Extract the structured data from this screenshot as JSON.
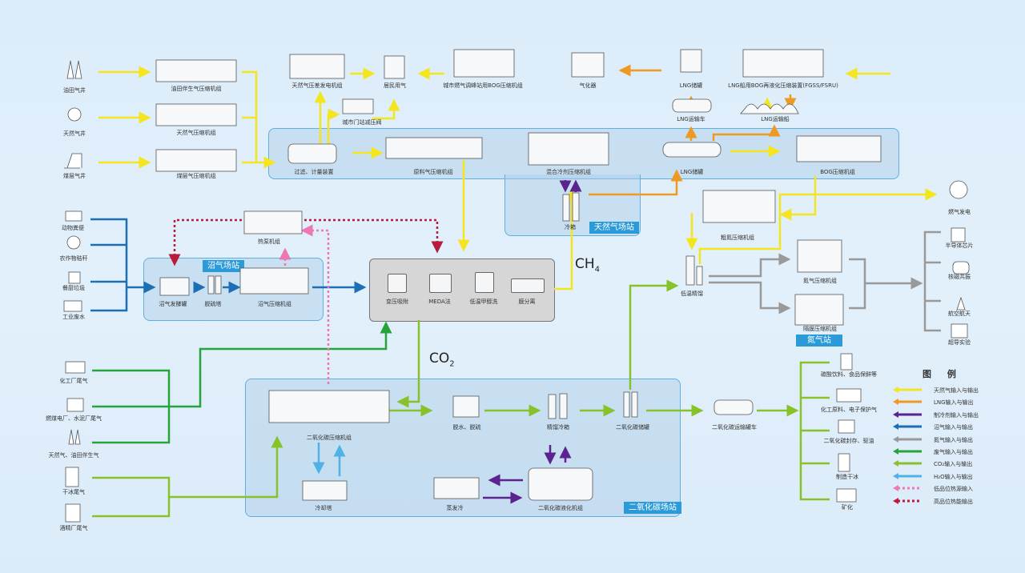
{
  "colors": {
    "natural_gas": "#f5e51e",
    "lng": "#ee9a22",
    "refrigerant": "#5a2390",
    "biogas": "#1d6fb5",
    "nitrogen": "#999999",
    "waste_gas": "#27a33b",
    "co2": "#88c22a",
    "h2o": "#4fb2e6",
    "low_heat": "#ec79b4",
    "high_heat": "#b81c3a",
    "station_tag": "#2b9ad8"
  },
  "stations": {
    "natural_gas": "天然气场站",
    "biogas": "沼气场站",
    "nitrogen": "氮气站",
    "co2": "二氧化碳场站"
  },
  "sources": {
    "gas_wells": [
      {
        "icon": "oil-derrick-icon",
        "label": "油田气井"
      },
      {
        "icon": "wellhead-icon",
        "label": "天然气井"
      },
      {
        "icon": "pump-jack-icon",
        "label": "煤层气井"
      }
    ],
    "gas_compressors": [
      "油田伴生气压缩机组",
      "天然气压缩机组",
      "煤层气压缩机组"
    ],
    "biomass": [
      {
        "icon": "cow-icon",
        "label": "动物粪便"
      },
      {
        "icon": "straw-icon",
        "label": "农作物秸秆"
      },
      {
        "icon": "trash-bin-icon",
        "label": "餐厨垃圾"
      },
      {
        "icon": "factory-water-icon",
        "label": "工业废水"
      }
    ],
    "waste_gas": [
      {
        "icon": "chemical-plant-icon",
        "label": "化工厂尾气"
      },
      {
        "icon": "cooling-tower-icon",
        "label": "燃煤电厂、水泥厂尾气"
      },
      {
        "icon": "derrick-icon",
        "label": "天然气、油田伴生气"
      },
      {
        "icon": "dry-ice-machine-icon",
        "label": "干冰尾气"
      },
      {
        "icon": "distillery-icon",
        "label": "酒精厂尾气"
      }
    ]
  },
  "top": {
    "generator": "天然气压差发电机组",
    "residential": "居民用气",
    "city_gate": "城市门站减压阀",
    "peak_bog": "城市燃气调峰站用BOG压缩机组",
    "vaporizer": "气化器",
    "lng_tank_top": "LNG储罐",
    "lng_truck": "LNG运输车",
    "fgss": "LNG船用BOG再液化压缩装置(FGSS/FSRU)",
    "lng_ship": "LNG运输船"
  },
  "ng_station": {
    "filter": "过滤、计量装置",
    "feed_comp": "原料气压缩机组",
    "mr_comp": "混合冷剂压缩机组",
    "cold_box": "冷箱",
    "lng_tank": "LNG储罐",
    "bog_comp": "BOG压缩机组"
  },
  "biogas_station": {
    "heat_pump": "热泵机组",
    "digester": "沼气发酵罐",
    "desulfur": "脱硫塔",
    "compressor": "沼气压缩机组"
  },
  "separation": {
    "items": [
      "变压吸附",
      "MEDA法",
      "低温甲醇洗",
      "膜分离"
    ],
    "ch4": "CH",
    "ch4_sub": "4",
    "co2": "CO",
    "co2_sub": "2"
  },
  "nitrogen": {
    "crude_comp": "粗氮压缩机组",
    "cryo": "低温精馏",
    "n2_comp": "氮气压缩机组",
    "diaphragm_comp": "隔膜压缩机组",
    "uses": [
      {
        "icon": "gas-turbine-icon",
        "label": "燃气发电"
      },
      {
        "icon": "chip-icon",
        "label": "半导体芯片"
      },
      {
        "icon": "mri-icon",
        "label": "核磁共振"
      },
      {
        "icon": "rocket-icon",
        "label": "航空航天"
      },
      {
        "icon": "superconductor-icon",
        "label": "超导实验"
      }
    ]
  },
  "co2_station": {
    "compressor": "二氧化碳压缩机组",
    "dehydrate": "脱水、脱硫",
    "distill": "精馏冷箱",
    "storage": "二氧化碳储罐",
    "cooling_tower": "冷却塔",
    "evap": "蒸发冷",
    "liquefier": "二氧化碳液化机组",
    "truck": "二氧化碳运输罐车",
    "uses": [
      {
        "icon": "drink-icon",
        "label": "碳酸饮料、食品保鲜等"
      },
      {
        "icon": "chemical-icon",
        "label": "化工原料、电子保护气"
      },
      {
        "icon": "oil-platform-icon",
        "label": "二氧化碳封存、驱油"
      },
      {
        "icon": "dry-ice-icon",
        "label": "制造干冰"
      },
      {
        "icon": "mineral-icon",
        "label": "矿化"
      }
    ]
  },
  "legend": {
    "title": "图  例",
    "items": [
      {
        "label": "天然气输入与输出",
        "color": "#f5e51e",
        "dashed": false
      },
      {
        "label": "LNG输入与输出",
        "color": "#ee9a22",
        "dashed": false
      },
      {
        "label": "制冷剂输入与输出",
        "color": "#5a2390",
        "dashed": false
      },
      {
        "label": "沼气输入与输出",
        "color": "#1d6fb5",
        "dashed": false
      },
      {
        "label": "氮气输入与输出",
        "color": "#999999",
        "dashed": false
      },
      {
        "label": "废气输入与输出",
        "color": "#27a33b",
        "dashed": false
      },
      {
        "label": "CO₂输入与输出",
        "color": "#88c22a",
        "dashed": false
      },
      {
        "label": "H₂O输入与输出",
        "color": "#4fb2e6",
        "dashed": false
      },
      {
        "label": "低品位热源输入",
        "color": "#ec79b4",
        "dashed": true
      },
      {
        "label": "高品位热能输出",
        "color": "#b81c3a",
        "dashed": true
      }
    ]
  }
}
